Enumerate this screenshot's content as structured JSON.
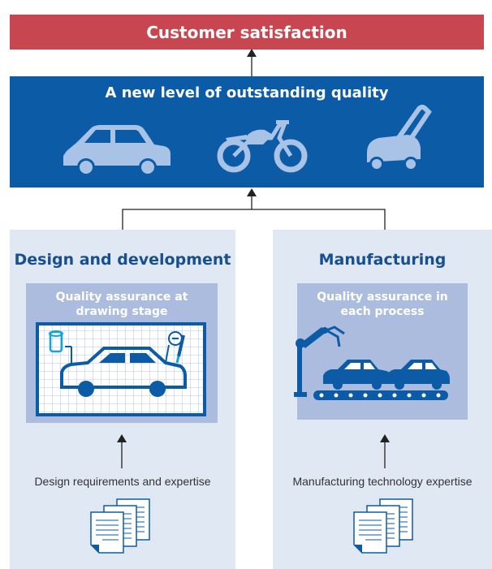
{
  "top": {
    "title": "Customer satisfaction"
  },
  "banner": {
    "title": "A new level of outstanding quality",
    "icons": [
      "car-icon",
      "motorcycle-icon",
      "lawn-mower-icon"
    ]
  },
  "left_panel": {
    "title": "Design and development",
    "box_title_line1": "Quality assurance at",
    "box_title_line2": "drawing stage",
    "input_label": "Design requirements and expertise"
  },
  "right_panel": {
    "title": "Manufacturing",
    "box_title_line1": "Quality assurance in",
    "box_title_line2": "each process",
    "input_label": "Manufacturing technology expertise"
  },
  "colors": {
    "top_bar": "#c8464f",
    "banner": "#0b5ba7",
    "panel_bg": "#dfe8f3",
    "panel_title": "#174f91",
    "inner_box": "#abbcdf",
    "vehicle_icons": "#a9c3e6"
  }
}
